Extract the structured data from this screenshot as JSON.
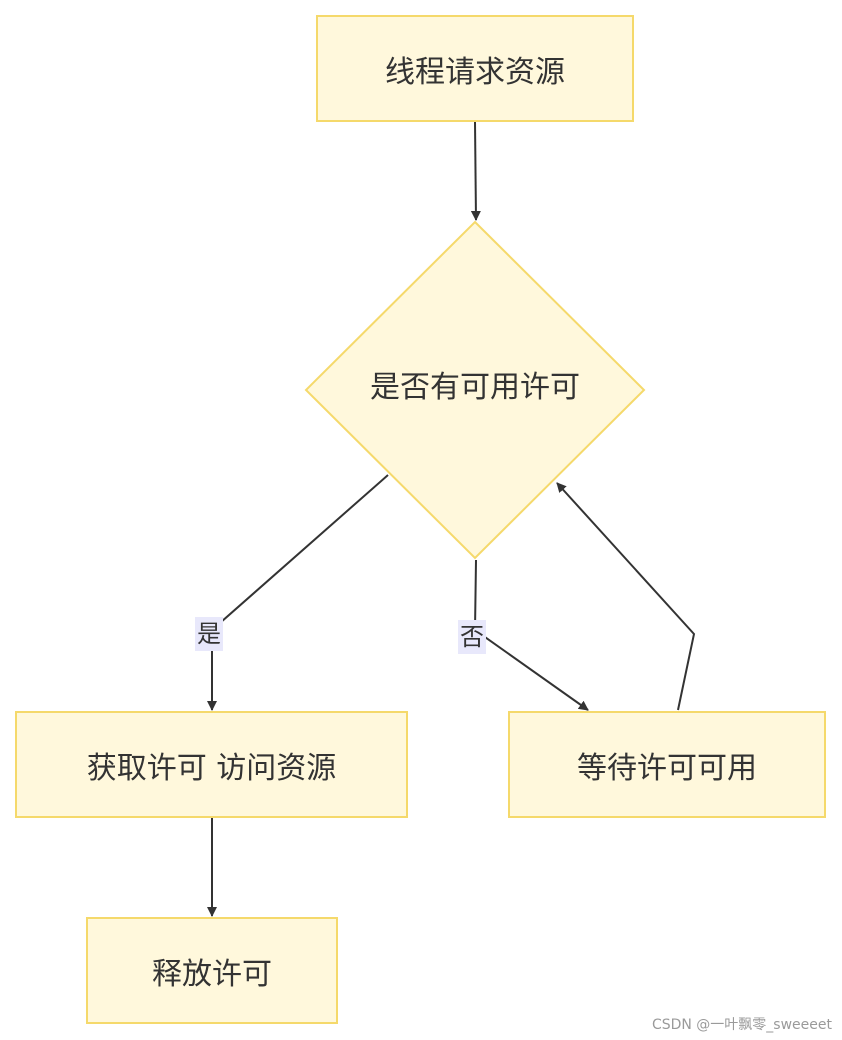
{
  "nodes": {
    "start": "线程请求资源",
    "decision": "是否有可用许可",
    "acquire": "获取许可 访问资源",
    "wait": "等待许可可用",
    "release": "释放许可"
  },
  "edges": {
    "yes_label": "是",
    "no_label": "否"
  },
  "colors": {
    "node_fill": "#fff8dc",
    "node_border": "#f5d96b",
    "edge": "#333333",
    "label_bg": "#e8e8fb"
  },
  "watermark": "CSDN @一叶飘零_sweeeet"
}
